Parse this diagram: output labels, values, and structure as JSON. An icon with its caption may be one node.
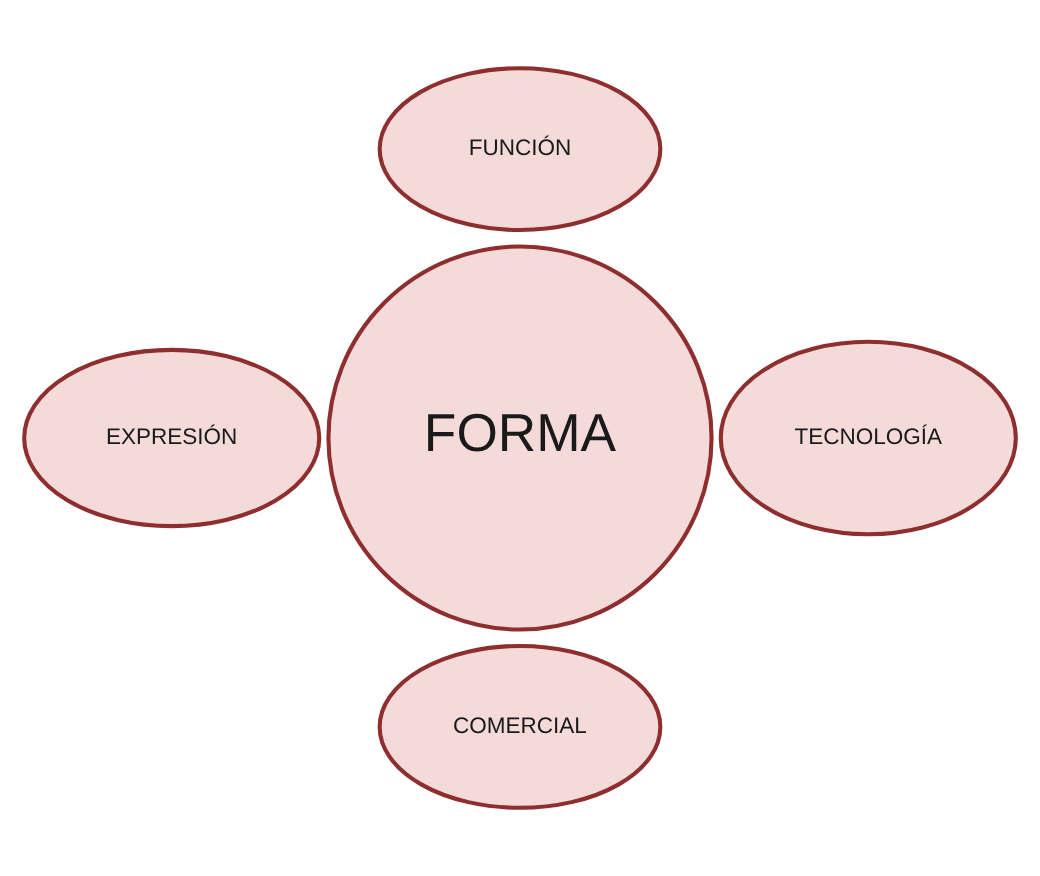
{
  "diagram": {
    "nodes": [
      {
        "text": [
          "FUNCIÓN"
        ]
      },
      {
        "text": [
          "EXPRESIÓN"
        ]
      },
      {
        "text": [
          "FORMA"
        ]
      },
      {
        "text": [
          "TECNOLOGÍA"
        ]
      },
      {
        "text": [
          "COMERCIAL"
        ]
      }
    ]
  }
}
